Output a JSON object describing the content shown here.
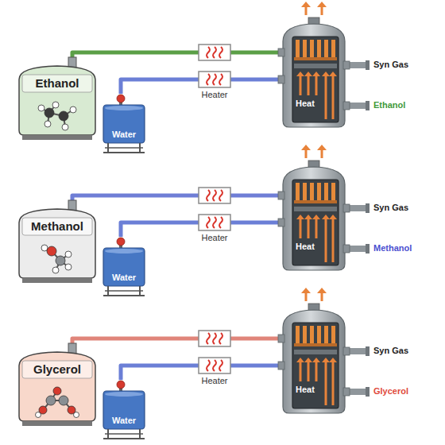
{
  "diagram": {
    "nodes": [
      {
        "text": [
          "Ethanol"
        ]
      },
      {
        "text": [
          "Water"
        ]
      },
      {
        "text": [
          "Heater"
        ]
      },
      {
        "text": [
          "Heat"
        ]
      },
      {
        "text": [
          "Methanol"
        ]
      },
      {
        "text": [
          "Water"
        ]
      },
      {
        "text": [
          "Heater"
        ]
      },
      {
        "text": [
          "Heat"
        ]
      },
      {
        "text": [
          "Glycerol"
        ]
      },
      {
        "text": [
          "Water"
        ]
      },
      {
        "text": [
          "Heater"
        ]
      },
      {
        "text": [
          "Heat"
        ]
      }
    ],
    "edges": [
      {
        "from": 0,
        "to": 3,
        "arrow": "none"
      },
      {
        "from": 1,
        "to": 2,
        "arrow": "none"
      },
      {
        "from": 2,
        "to": 3,
        "arrow": "none"
      },
      {
        "from": 4,
        "to": 7,
        "arrow": "none"
      },
      {
        "from": 5,
        "to": 6,
        "arrow": "none"
      },
      {
        "from": 6,
        "to": 7,
        "arrow": "none"
      },
      {
        "from": 8,
        "to": 11,
        "arrow": "none"
      },
      {
        "from": 9,
        "to": 10,
        "arrow": "none"
      },
      {
        "from": 10,
        "to": 11,
        "arrow": "none"
      }
    ],
    "labels": [
      "Syn Gas",
      "Ethanol",
      "Syn Gas",
      "Methanol",
      "Syn Gas",
      "Glycerol"
    ]
  }
}
